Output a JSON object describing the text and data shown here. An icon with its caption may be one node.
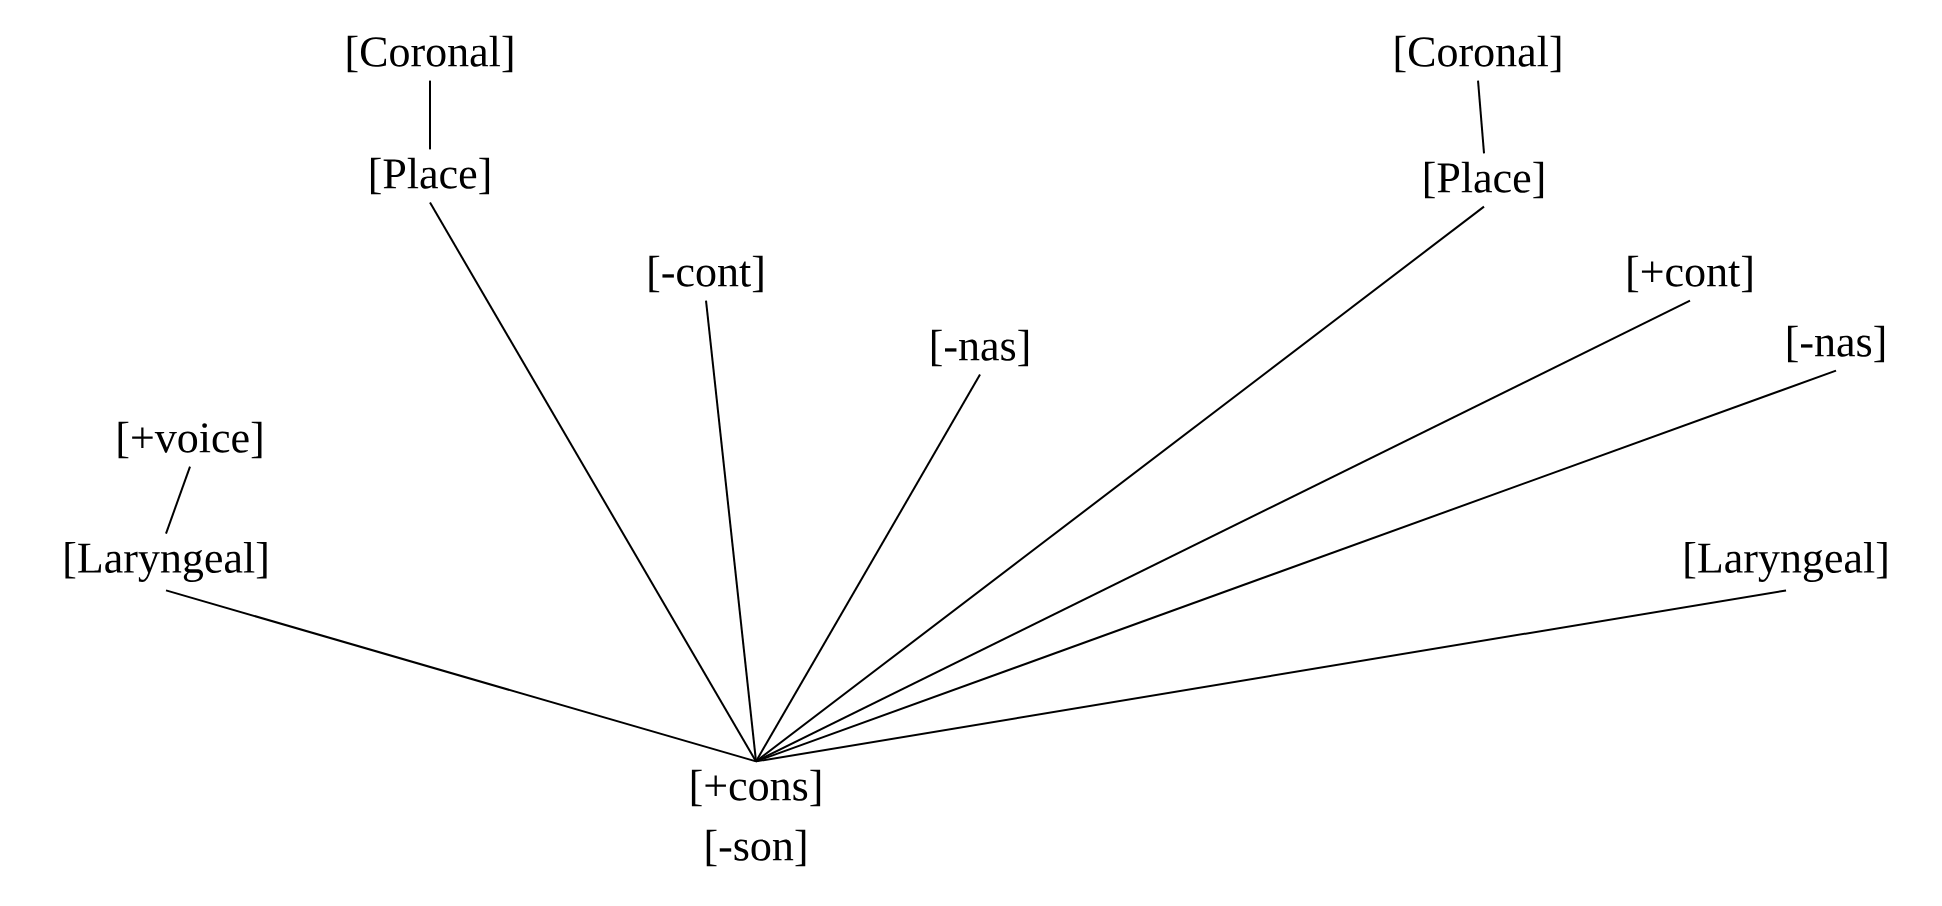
{
  "diagram": {
    "nodes": [
      {
        "text": [
          "[Coronal]"
        ]
      },
      {
        "text": [
          "[Place]"
        ]
      },
      {
        "text": [
          "[-cont]"
        ]
      },
      {
        "text": [
          "[-nas]"
        ]
      },
      {
        "text": [
          "[+voice]"
        ]
      },
      {
        "text": [
          "[Laryngeal]"
        ]
      },
      {
        "text": [
          "[Coronal]"
        ]
      },
      {
        "text": [
          "[Place]"
        ]
      },
      {
        "text": [
          "[+cont]"
        ]
      },
      {
        "text": [
          "[-nas]"
        ]
      },
      {
        "text": [
          "[Laryngeal]"
        ]
      },
      {
        "text": [
          "[+cons]",
          "[-son]"
        ]
      }
    ],
    "edges": [
      {
        "from": 0,
        "to": 1,
        "arrow": "none"
      },
      {
        "from": 1,
        "to": 11,
        "arrow": "none"
      },
      {
        "from": 2,
        "to": 11,
        "arrow": "none"
      },
      {
        "from": 3,
        "to": 11,
        "arrow": "none"
      },
      {
        "from": 4,
        "to": 5,
        "arrow": "none"
      },
      {
        "from": 5,
        "to": 11,
        "arrow": "none"
      },
      {
        "from": 6,
        "to": 7,
        "arrow": "none"
      },
      {
        "from": 7,
        "to": 11,
        "arrow": "none"
      },
      {
        "from": 8,
        "to": 11,
        "arrow": "none"
      },
      {
        "from": 9,
        "to": 11,
        "arrow": "none"
      },
      {
        "from": 10,
        "to": 11,
        "arrow": "none"
      }
    ]
  }
}
